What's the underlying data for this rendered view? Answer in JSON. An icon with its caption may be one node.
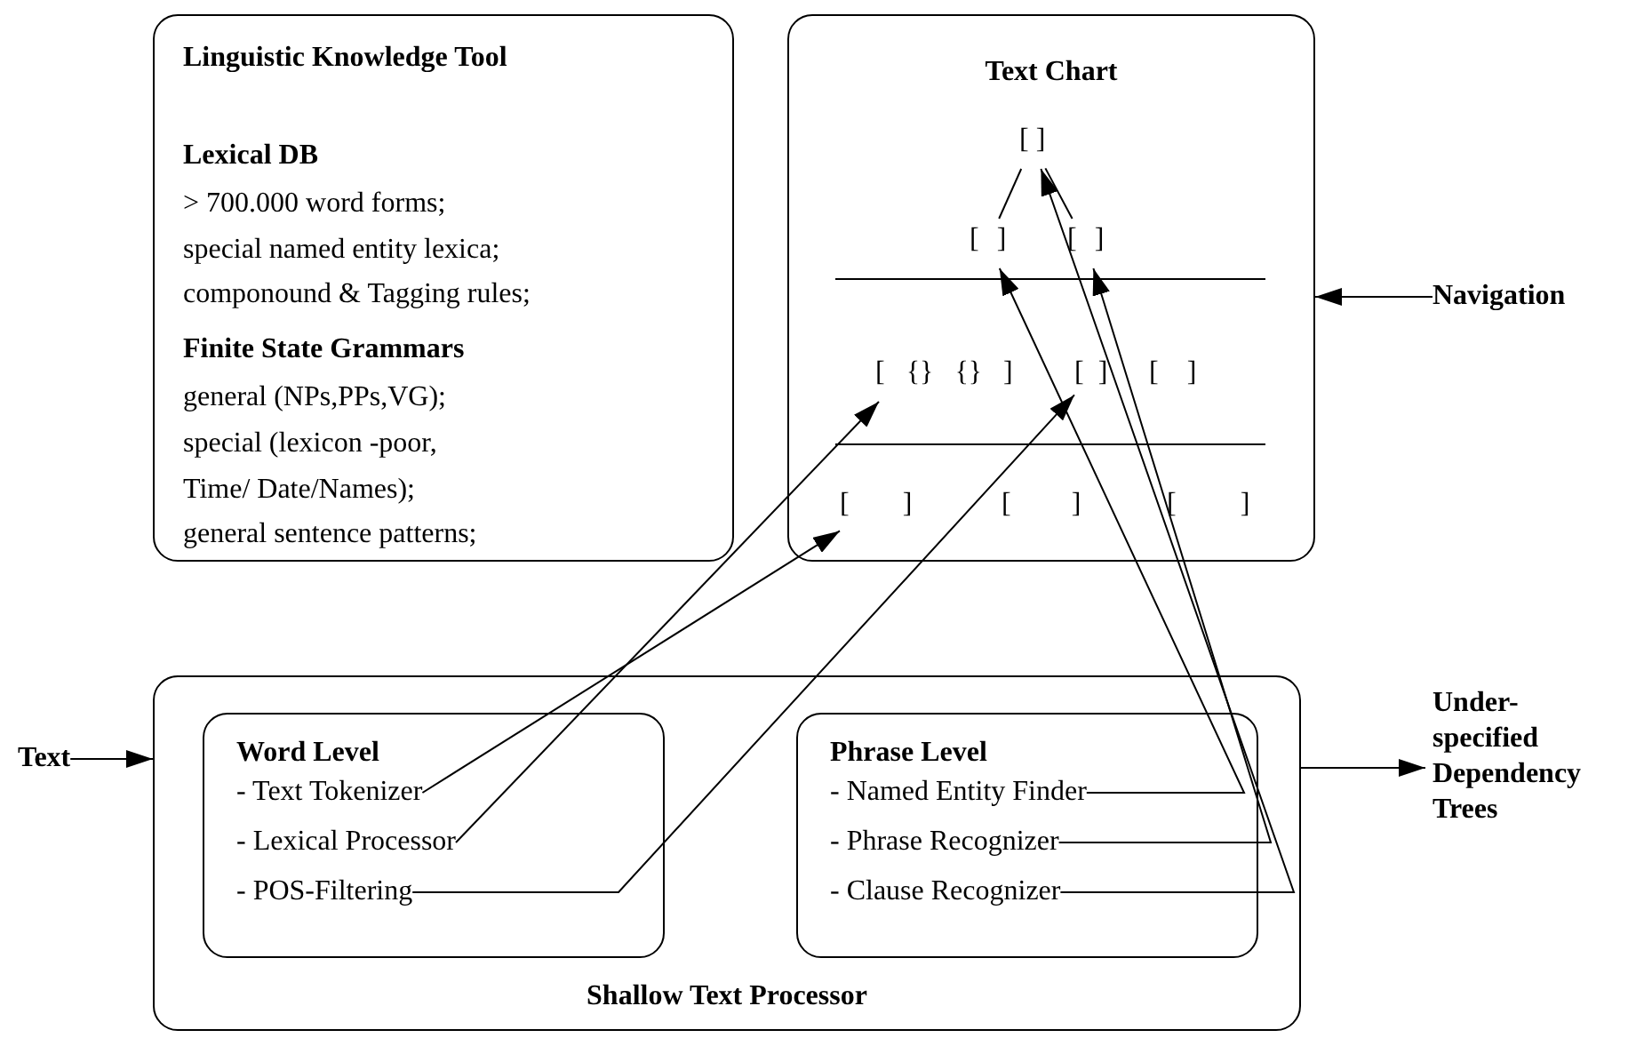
{
  "diagram": {
    "nodes": [
      {
        "text": [
          "Linguistic Knowledge Tool",
          "Lexical DB",
          "> 700.000 word forms;",
          "special named entity lexica;",
          "componound & Tagging rules;",
          "Finite State Grammars",
          "general (NPs,PPs,VG);",
          "special (lexicon -poor, Time/ Date/Names);",
          "general sentence patterns;"
        ]
      },
      {
        "text": [
          "Text Chart"
        ]
      },
      {
        "text": [
          "[ ]"
        ],
        "in": 1
      },
      {
        "text": [
          "[ ]"
        ],
        "in": 1
      },
      {
        "text": [
          "[ ]"
        ],
        "in": 1
      },
      {
        "text": [
          "[ {} {} ]"
        ],
        "in": 1
      },
      {
        "text": [
          "[ ]"
        ],
        "in": 1
      },
      {
        "text": [
          "[ ]"
        ],
        "in": 1
      },
      {
        "text": [
          "[ ]"
        ],
        "in": 1
      },
      {
        "text": [
          "[ ]"
        ],
        "in": 1
      },
      {
        "text": [
          "[ ]"
        ],
        "in": 1
      },
      {
        "text": [
          "Shallow Text Processor"
        ]
      },
      {
        "text": [
          "Word Level"
        ],
        "in": 11
      },
      {
        "text": [
          "- Text Tokenizer"
        ],
        "in": 12
      },
      {
        "text": [
          "- Lexical Processor"
        ],
        "in": 12
      },
      {
        "text": [
          "- POS-Filtering"
        ],
        "in": 12
      },
      {
        "text": [
          "Phrase Level"
        ],
        "in": 11
      },
      {
        "text": [
          "- Named Entity Finder"
        ],
        "in": 16
      },
      {
        "text": [
          "- Phrase Recognizer"
        ],
        "in": 16
      },
      {
        "text": [
          "- Clause Recognizer"
        ],
        "in": 16
      },
      {
        "text": [
          "Navigation"
        ]
      },
      {
        "text": [
          "Text"
        ]
      },
      {
        "text": [
          "Under-specified Dependency Trees"
        ]
      }
    ],
    "edges": [
      {
        "from": 13,
        "to": 8,
        "arrow": "to"
      },
      {
        "from": 14,
        "to": 5,
        "arrow": "to"
      },
      {
        "from": 15,
        "to": 6,
        "arrow": "to"
      },
      {
        "from": 17,
        "to": 3,
        "arrow": "to"
      },
      {
        "from": 18,
        "to": 4,
        "arrow": "to"
      },
      {
        "from": 19,
        "to": 2,
        "arrow": "to"
      },
      {
        "from": 2,
        "to": 3,
        "arrow": "none"
      },
      {
        "from": 2,
        "to": 4,
        "arrow": "none"
      },
      {
        "from": 20,
        "to": 1,
        "arrow": "to"
      },
      {
        "from": 21,
        "to": 11,
        "arrow": "to"
      },
      {
        "from": 11,
        "to": 22,
        "arrow": "to"
      }
    ]
  }
}
